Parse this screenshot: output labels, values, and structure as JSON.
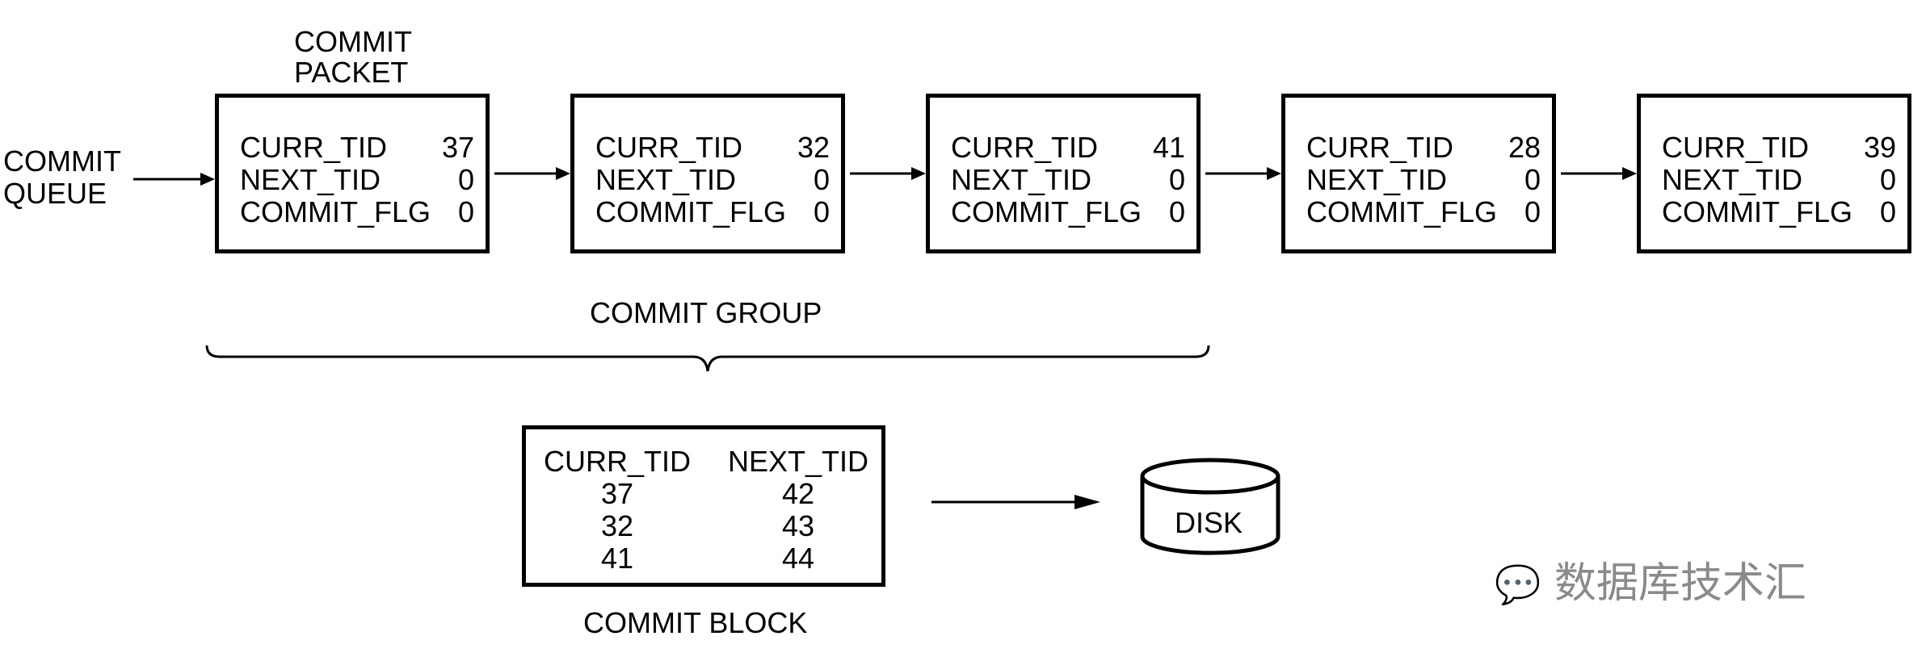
{
  "queue_label": [
    "COMMIT",
    "QUEUE"
  ],
  "packet_label": [
    "COMMIT",
    "PACKET"
  ],
  "field_names": [
    "CURR_TID",
    "NEXT_TID",
    "COMMIT_FLG"
  ],
  "packets": [
    {
      "curr_tid": "37",
      "next_tid": "0",
      "commit_flg": "0"
    },
    {
      "curr_tid": "32",
      "next_tid": "0",
      "commit_flg": "0"
    },
    {
      "curr_tid": "41",
      "next_tid": "0",
      "commit_flg": "0"
    },
    {
      "curr_tid": "28",
      "next_tid": "0",
      "commit_flg": "0"
    },
    {
      "curr_tid": "39",
      "next_tid": "0",
      "commit_flg": "0"
    }
  ],
  "group_label": "COMMIT GROUP",
  "block": {
    "headers": [
      "CURR_TID",
      "NEXT_TID"
    ],
    "rows": [
      [
        "37",
        "42"
      ],
      [
        "32",
        "43"
      ],
      [
        "41",
        "44"
      ]
    ],
    "label": "COMMIT BLOCK"
  },
  "disk_label": "DISK",
  "watermark": "数据库技术汇"
}
